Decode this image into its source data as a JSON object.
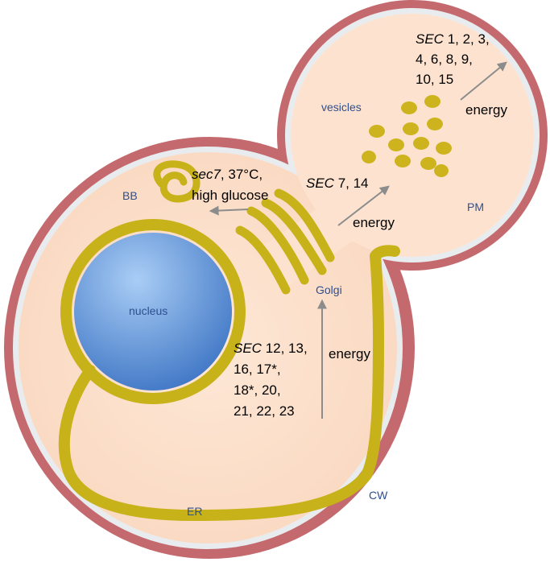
{
  "labels": {
    "vesicles": "vesicles",
    "nucleus": "nucleus",
    "golgi": "Golgi",
    "er": "ER",
    "bb": "BB",
    "pm": "PM",
    "cw": "CW"
  },
  "annotations": {
    "bud_sec": {
      "gene": "SEC",
      "rest_line1": " 1, 2, 3,",
      "line2": "4, 6, 8, 9,",
      "line3": "10, 15"
    },
    "bud_energy": "energy",
    "golgi_to_vesicle_sec": {
      "gene": "SEC",
      "rest": " 7, 14"
    },
    "golgi_to_vesicle_energy": "energy",
    "sec7": {
      "gene": "sec7",
      "rest": ", 37°C,",
      "line2": "high glucose"
    },
    "er_sec": {
      "gene": "SEC",
      "rest_line1": " 12, 13,",
      "line2": "16, 17*,",
      "line3": "18*, 20,",
      "line4": "21, 22, 23"
    },
    "er_energy": "energy"
  },
  "colors": {
    "cell_wall": "#c46a6e",
    "membrane_gap": "#e9ecef",
    "cytoplasm": "#fde3cf",
    "nucleus_fill": "#5b8fd6",
    "nucleus_highlight": "#a9cdf5",
    "er_golgi": "#c8b21a",
    "vesicle": "#cdb41f",
    "arrow": "#8c8c8c",
    "label_blue": "#2f4f8f"
  }
}
